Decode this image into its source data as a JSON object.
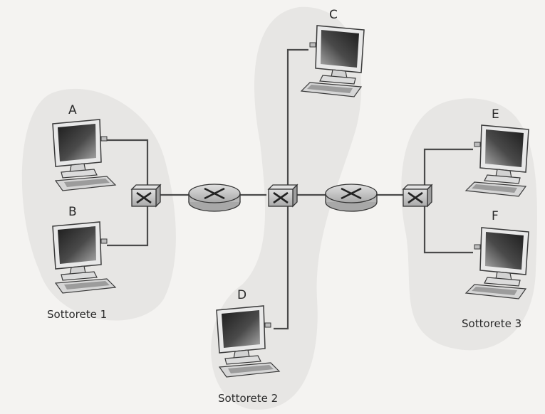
{
  "hosts": [
    {
      "id": "A",
      "label": "A"
    },
    {
      "id": "B",
      "label": "B"
    },
    {
      "id": "C",
      "label": "C"
    },
    {
      "id": "D",
      "label": "D"
    },
    {
      "id": "E",
      "label": "E"
    },
    {
      "id": "F",
      "label": "F"
    }
  ],
  "subnets": [
    {
      "id": "subnet-1",
      "label": "Sottorete 1"
    },
    {
      "id": "subnet-2",
      "label": "Sottorete 2"
    },
    {
      "id": "subnet-3",
      "label": "Sottorete 3"
    }
  ],
  "devices": [
    {
      "id": "switch-1",
      "kind": "switch"
    },
    {
      "id": "router-1",
      "kind": "router"
    },
    {
      "id": "switch-2",
      "kind": "switch"
    },
    {
      "id": "router-2",
      "kind": "router"
    },
    {
      "id": "switch-3",
      "kind": "switch"
    }
  ],
  "links": [
    [
      "A",
      "switch-1"
    ],
    [
      "B",
      "switch-1"
    ],
    [
      "switch-1",
      "router-1"
    ],
    [
      "router-1",
      "switch-2"
    ],
    [
      "C",
      "switch-2"
    ],
    [
      "D",
      "switch-2"
    ],
    [
      "switch-2",
      "router-2"
    ],
    [
      "router-2",
      "switch-3"
    ],
    [
      "E",
      "switch-3"
    ],
    [
      "F",
      "switch-3"
    ]
  ],
  "colors": {
    "background": "#f4f3f1",
    "blob": "#e6e5e3",
    "screen_dark": "#262626",
    "screen_light": "#9a9a9a",
    "device_fill": "#c9c9c9",
    "line": "#4a4a4a"
  }
}
